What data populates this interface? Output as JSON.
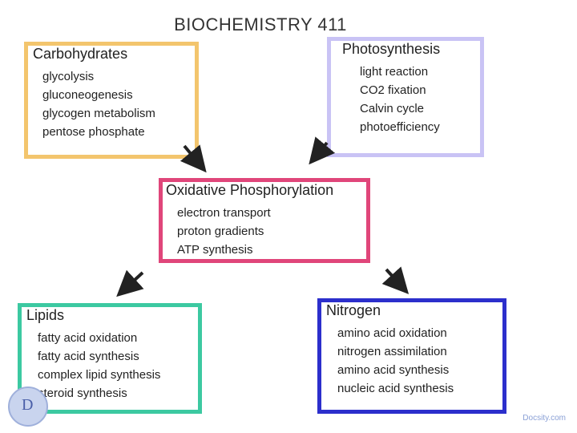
{
  "title": "BIOCHEMISTRY 411",
  "boxes": {
    "carbohydrates": {
      "heading": "Carbohydrates",
      "items": [
        "glycolysis",
        "gluconeogenesis",
        "glycogen metabolism",
        "pentose phosphate"
      ],
      "color": "#f3c56d"
    },
    "photosynthesis": {
      "heading": "Photosynthesis",
      "items": [
        "light reaction",
        "CO2 fixation",
        "Calvin cycle",
        "photoefficiency"
      ],
      "color": "#c9c3f5"
    },
    "oxidative": {
      "heading": "Oxidative Phosphorylation",
      "items": [
        "electron transport",
        "proton gradients",
        "ATP synthesis"
      ],
      "color": "#e0467a"
    },
    "lipids": {
      "heading": "Lipids",
      "items": [
        "fatty acid oxidation",
        "fatty acid synthesis",
        "complex lipid synthesis",
        "steroid synthesis"
      ],
      "color": "#3cc9a1"
    },
    "nitrogen": {
      "heading": "Nitrogen",
      "items": [
        "amino acid oxidation",
        "nitrogen assimilation",
        "amino acid synthesis",
        "nucleic acid synthesis"
      ],
      "color": "#2c2fcc"
    }
  },
  "watermark": "Docsity.com",
  "icons": {
    "logo": "docsity-logo-icon"
  }
}
